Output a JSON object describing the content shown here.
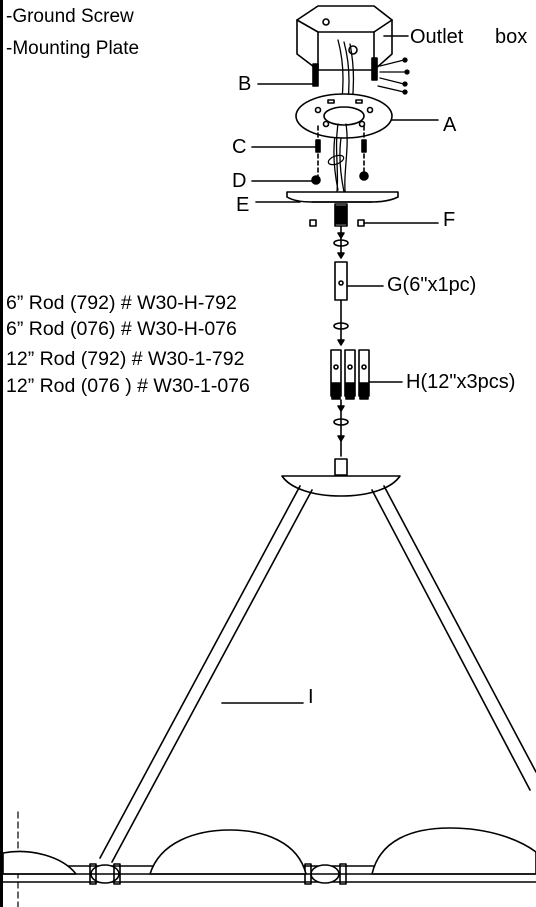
{
  "parts_list": [
    "-Ground Screw",
    "-Mounting Plate"
  ],
  "rod_options": [
    "6” Rod (792) # W30-H-792",
    "6” Rod (076) # W30-H-076",
    "12” Rod (792) # W30-1-792",
    "12” Rod (076 ) # W30-1-076"
  ],
  "labels": {
    "outlet": "Outlet",
    "box": "box",
    "a": "A",
    "b": "B",
    "c": "C",
    "d": "D",
    "e": "E",
    "f": "F",
    "g": "G(6\"x1pc)",
    "h": "H(12\"x3pcs)",
    "i": "I"
  }
}
